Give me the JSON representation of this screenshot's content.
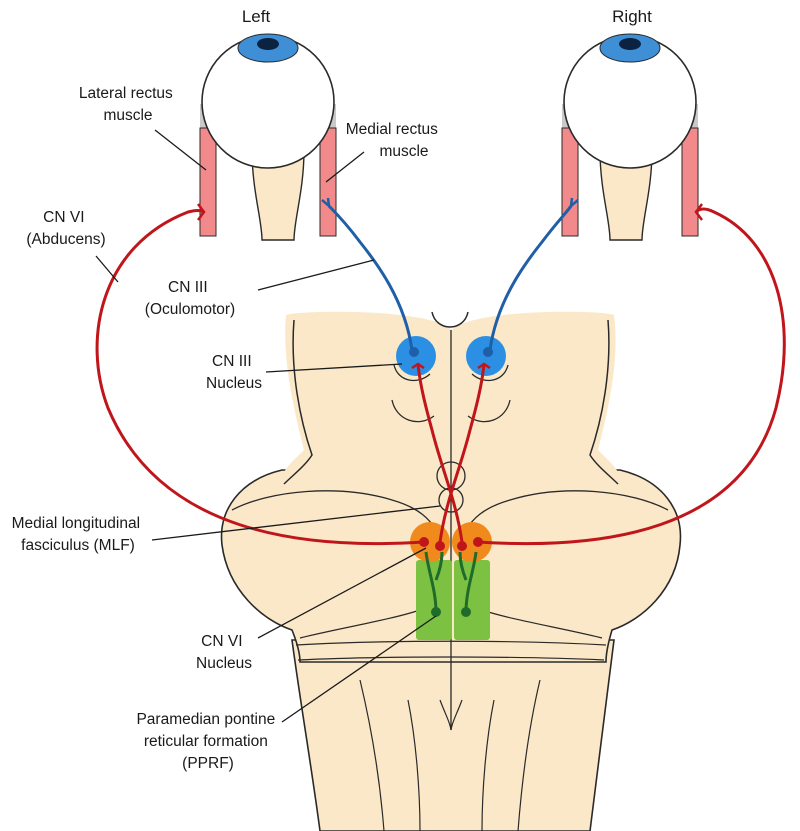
{
  "labels": {
    "left": "Left",
    "right": "Right",
    "lateral_rectus": [
      "Lateral rectus",
      "muscle"
    ],
    "medial_rectus": [
      "Medial rectus",
      "muscle"
    ],
    "cn_vi": [
      "CN VI",
      "(Abducens)"
    ],
    "cn_iii": [
      "CN III",
      "(Oculomotor)"
    ],
    "cn_iii_nucleus": [
      "CN III",
      "Nucleus"
    ],
    "mlf": [
      "Medial longitudinal",
      "fasciculus (MLF)"
    ],
    "cn_vi_nucleus": [
      "CN VI",
      "Nucleus"
    ],
    "pprf": [
      "Paramedian pontine",
      "reticular formation",
      "(PPRF)"
    ]
  },
  "colors": {
    "brainstem": "#fbe8c8",
    "outline": "#2a2a2a",
    "muscle": "#f2898a",
    "tendon": "#c9c9c9",
    "iris": "#3e8fd6",
    "pupil": "#0b2240",
    "abducens_nerve": "#c0161b",
    "oculomotor_nerve": "#1f5fa8",
    "cn_iii_nucleus": "#2b8fe3",
    "cn_vi_nucleus": "#f08a1c",
    "pprf": "#7cc142",
    "pprf_fiber": "#1f6b2a"
  },
  "icons": [
    "left-eyeball-icon",
    "right-eyeball-icon"
  ]
}
